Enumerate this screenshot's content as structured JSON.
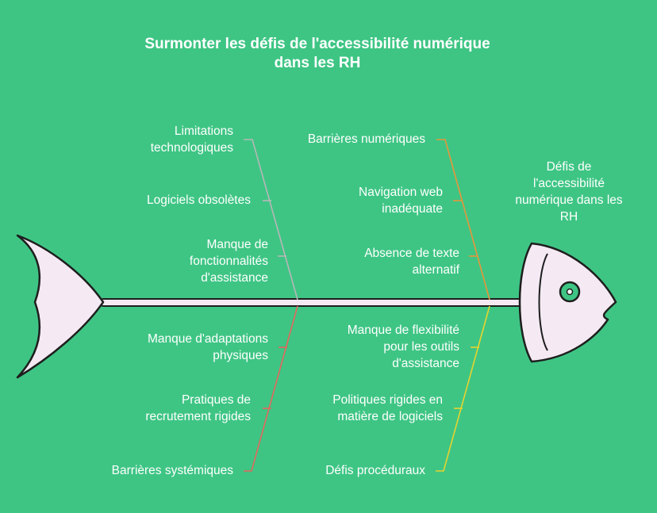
{
  "title": {
    "line1": "Surmonter les défis de l'accessibilité numérique",
    "line2": "dans les RH"
  },
  "head_label": [
    "Défis de",
    "l'accessibilité",
    "numérique dans les",
    "RH"
  ],
  "categories": {
    "technologiques": {
      "name": [
        "Limitations",
        "technologiques"
      ],
      "causes": [
        [
          "Logiciels obsolètes"
        ],
        [
          "Manque de",
          "fonctionnalités",
          "d'assistance"
        ]
      ],
      "color": "#B7B7B7"
    },
    "numeriques": {
      "name": [
        "Barrières numériques"
      ],
      "causes": [
        [
          "Navigation web",
          "inadéquate"
        ],
        [
          "Absence de texte",
          "alternatif"
        ]
      ],
      "color": "#E7963C"
    },
    "systemiques": {
      "name": [
        "Barrières systémiques"
      ],
      "causes": [
        [
          "Manque d'adaptations",
          "physiques"
        ],
        [
          "Pratiques de",
          "recrutement rigides"
        ]
      ],
      "color": "#E4675D"
    },
    "proceduraux": {
      "name": [
        "Défis procéduraux"
      ],
      "causes": [
        [
          "Manque de flexibilité",
          "pour les outils",
          "d'assistance"
        ],
        [
          "Politiques rigides en",
          "matière de logiciels"
        ]
      ],
      "color": "#E6D42E"
    }
  },
  "fish": {
    "body_fill": "#F5EAF3",
    "outline": "#1E1E1E",
    "eye_color": "#3EC584"
  }
}
